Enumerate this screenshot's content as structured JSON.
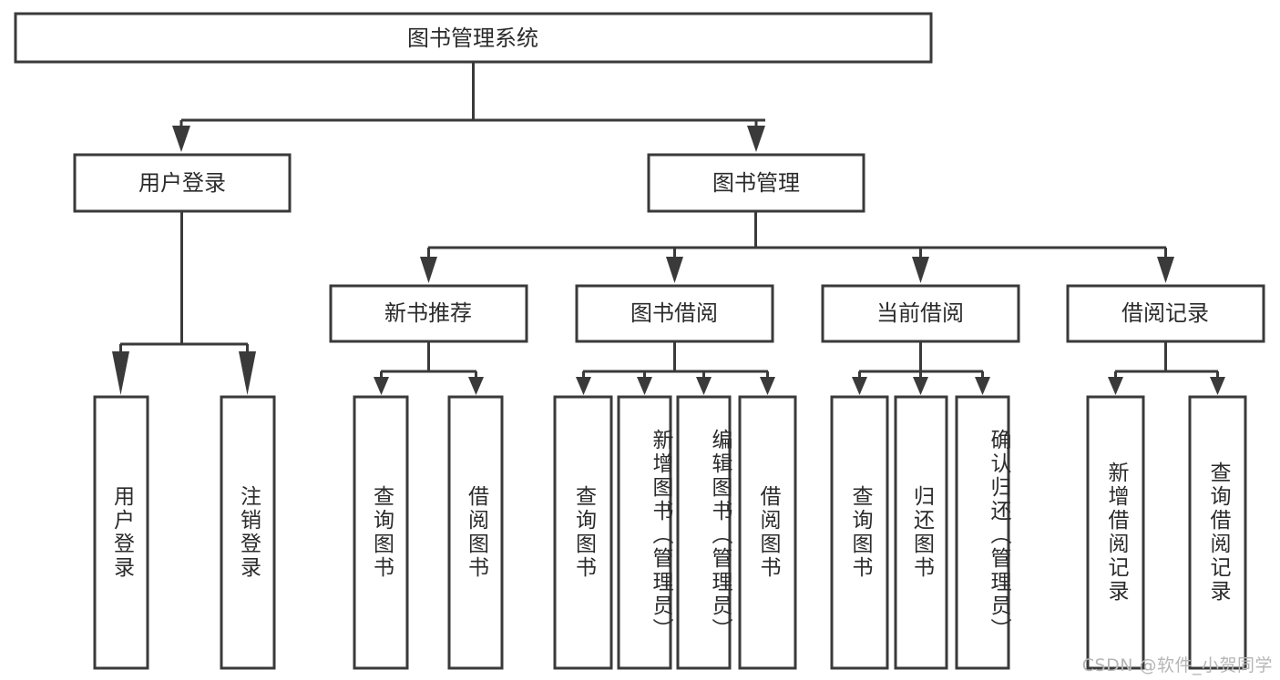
{
  "diagram": {
    "title": "图书管理系统",
    "type": "hierarchy-tree",
    "watermark": "CSDN @软件_小贺同学",
    "colors": {
      "stroke": "#3a3a3a",
      "fill": "#ffffff",
      "text": "#2b2b2b",
      "watermark": "#b6b6b6"
    },
    "root": {
      "label": "图书管理系统"
    },
    "level2": [
      {
        "label": "用户登录"
      },
      {
        "label": "图书管理"
      }
    ],
    "level3": [
      {
        "label": "新书推荐"
      },
      {
        "label": "图书借阅"
      },
      {
        "label": "当前借阅"
      },
      {
        "label": "借阅记录"
      }
    ],
    "leaves_user_login": [
      {
        "label": "用户登录"
      },
      {
        "label": "注销登录"
      }
    ],
    "leaves_new_book": [
      {
        "label": "查询图书"
      },
      {
        "label": "借阅图书"
      }
    ],
    "leaves_borrow": [
      {
        "label": "查询图书"
      },
      {
        "label": "新增图书（管理员）"
      },
      {
        "label": "编辑图书（管理员）"
      },
      {
        "label": "借阅图书"
      }
    ],
    "leaves_current": [
      {
        "label": "查询图书"
      },
      {
        "label": "归还图书"
      },
      {
        "label": "确认归还（管理员）"
      }
    ],
    "leaves_records": [
      {
        "label": "新增借阅记录"
      },
      {
        "label": "查询借阅记录"
      }
    ]
  }
}
